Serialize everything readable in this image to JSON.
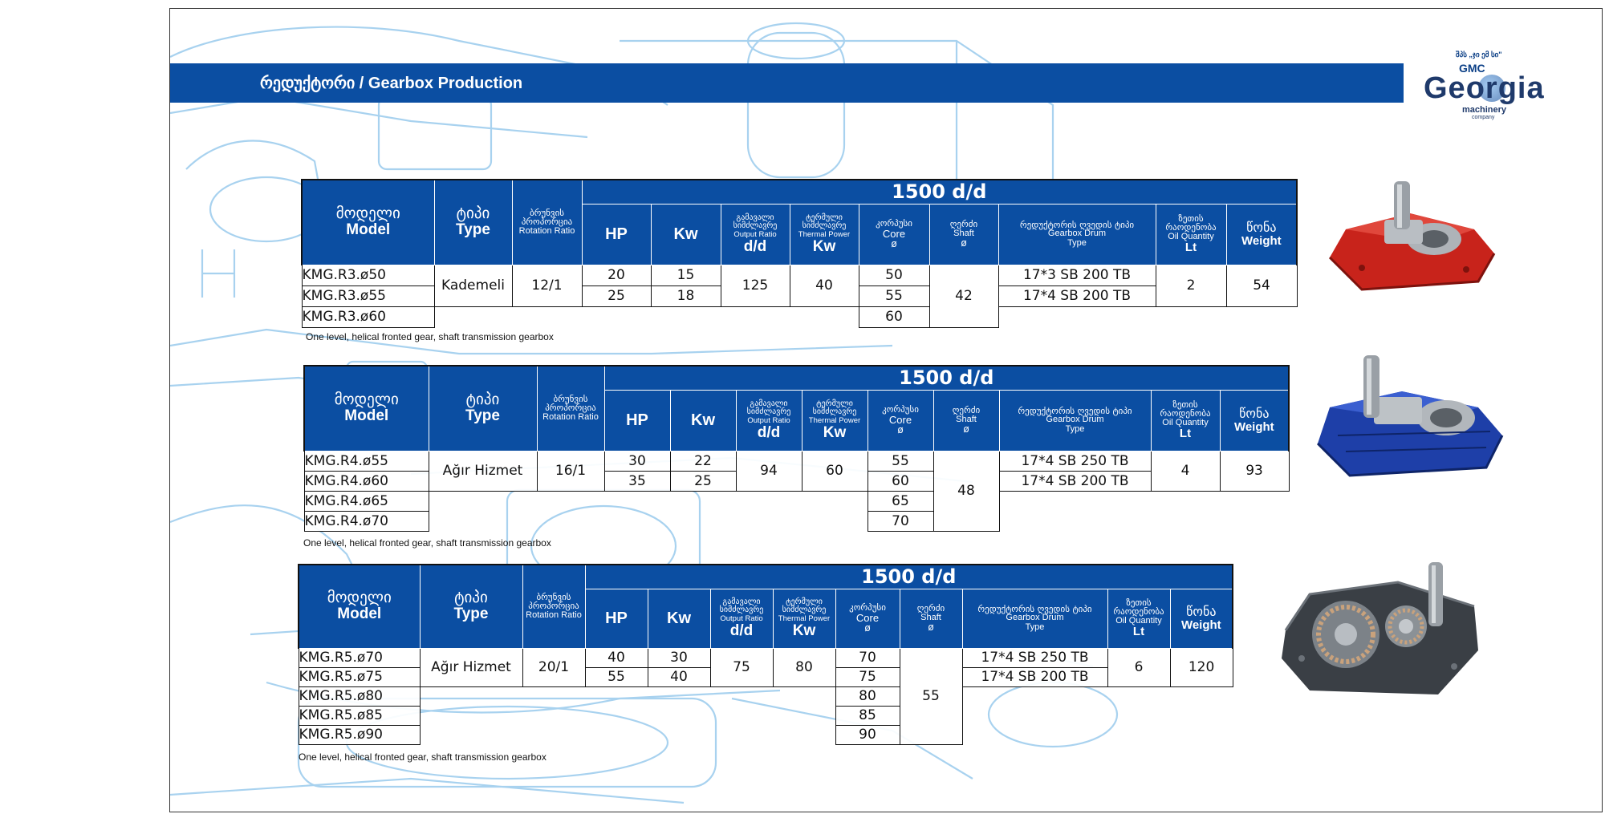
{
  "header": {
    "title": "რედუქტორი / Gearbox Production"
  },
  "logo": {
    "small": "შპს „ჯი ემ სი\"",
    "gmc": "GMC",
    "georgia": "Georgia",
    "machinery": "machinery",
    "company": "company"
  },
  "columns": {
    "model_ka": "მოდელი",
    "model_en": "Model",
    "type_ka": "ტიპი",
    "type_en": "Type",
    "ratio_ka": "ბრუნვის პროპორცია",
    "ratio_en": "Rotation Ratio",
    "speed": "1500 d/d",
    "hp": "HP",
    "kw": "Kw",
    "output_ka": "გამავალი სიმძლავრე",
    "output_en": "Output Ratio",
    "output_unit": "d/d",
    "thermal_ka": "ტერმული სიმძლავრე",
    "thermal_en": "Thermal Power",
    "thermal_unit": "Kw",
    "core_ka": "კორპუსი",
    "core_en": "Core",
    "core_sym": "ø",
    "shaft_ka": "ღერძი",
    "shaft_en": "Shaft",
    "shaft_sym": "ø",
    "drum_ka": "რედუქტორის ღვედის ტიპი",
    "drum_en1": "Gearbox Drum",
    "drum_en2": "Type",
    "oil_ka": "ზეთის რაოდენობა",
    "oil_en": "Oil Quantity",
    "oil_unit": "Lt",
    "weight_ka": "წონა",
    "weight_en": "Weight"
  },
  "tables": [
    {
      "models": [
        "KMG.R3.ø50",
        "KMG.R3.ø55",
        "KMG.R3.ø60"
      ],
      "type": "Kademeli",
      "ratio": "12/1",
      "hp": [
        "20",
        "25"
      ],
      "kw": [
        "15",
        "18"
      ],
      "output": "125",
      "thermal": "40",
      "core": [
        "50",
        "55",
        "60"
      ],
      "shaft": "42",
      "drum": [
        "17*3 SB 200 TB",
        "17*4 SB 200 TB"
      ],
      "oil": "2",
      "weight": "54",
      "note": "One level, helical fronted gear, shaft transmission gearbox"
    },
    {
      "models": [
        "KMG.R4.ø55",
        "KMG.R4.ø60",
        "KMG.R4.ø65",
        "KMG.R4.ø70"
      ],
      "type": "Ağır Hizmet",
      "ratio": "16/1",
      "hp": [
        "30",
        "35"
      ],
      "kw": [
        "22",
        "25"
      ],
      "output": "94",
      "thermal": "60",
      "core": [
        "55",
        "60",
        "65",
        "70"
      ],
      "shaft": "48",
      "drum": [
        "17*4 SB 250 TB",
        "17*4 SB 200 TB"
      ],
      "oil": "4",
      "weight": "93",
      "note": "One level, helical fronted gear, shaft transmission gearbox"
    },
    {
      "models": [
        "KMG.R5.ø70",
        "KMG.R5.ø75",
        "KMG.R5.ø80",
        "KMG.R5.ø85",
        "KMG.R5.ø90"
      ],
      "type": "Ağır Hizmet",
      "ratio": "20/1",
      "hp": [
        "40",
        "55"
      ],
      "kw": [
        "30",
        "40"
      ],
      "output": "75",
      "thermal": "80",
      "core": [
        "70",
        "75",
        "80",
        "85",
        "90"
      ],
      "shaft": "55",
      "drum": [
        "17*4 SB 250 TB",
        "17*4 SB 200 TB"
      ],
      "oil": "6",
      "weight": "120",
      "note": "One level, helical fronted gear, shaft transmission gearbox"
    }
  ],
  "colors": {
    "header_blue": "#0b4ea2",
    "drawing_line": "#8cc3ea",
    "gearbox_red": "#c8231b",
    "gearbox_blue": "#1e3fa8"
  }
}
